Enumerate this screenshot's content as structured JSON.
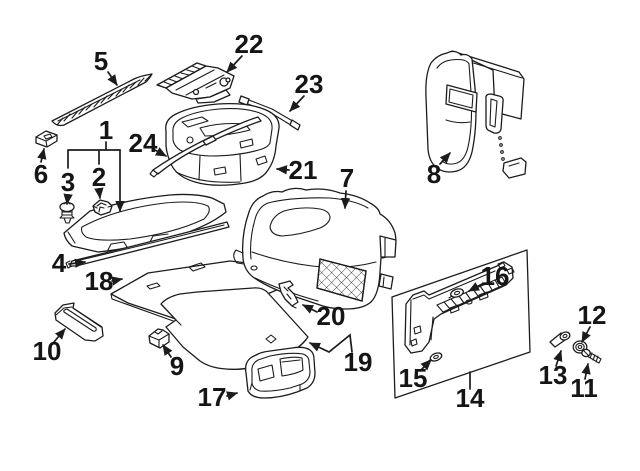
{
  "diagram": {
    "background_color": "#ffffff",
    "line_color": "#1c1c1c",
    "callouts": {
      "c1": "1",
      "c2": "2",
      "c3": "3",
      "c4": "4",
      "c5": "5",
      "c6": "6",
      "c7": "7",
      "c8": "8",
      "c9": "9",
      "c10": "10",
      "c11": "11",
      "c12": "12",
      "c13": "13",
      "c14": "14",
      "c15": "15",
      "c16": "16",
      "c17": "17",
      "c18": "18",
      "c19": "19",
      "c20": "20",
      "c21": "21",
      "c22": "22",
      "c23": "23",
      "c24": "24"
    }
  }
}
